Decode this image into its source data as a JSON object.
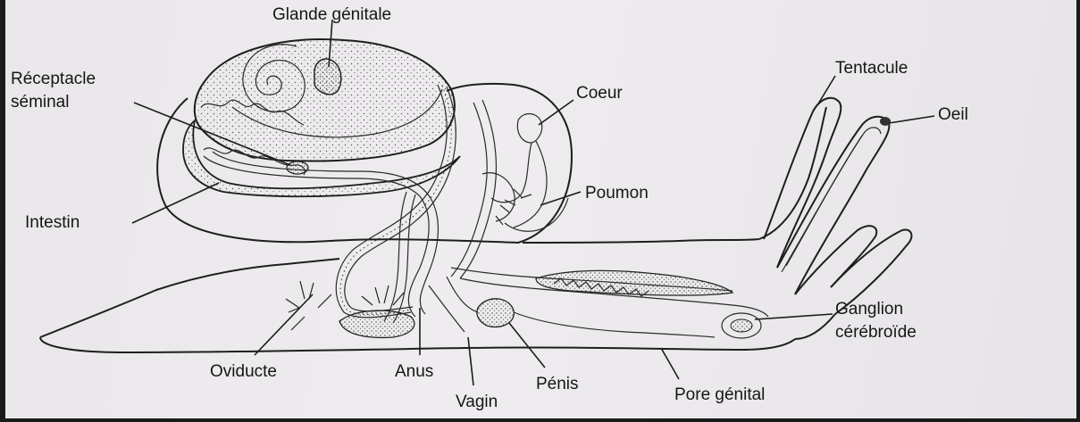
{
  "diagram": {
    "labels": {
      "glande_genitale": "Glande génitale",
      "receptacle_1": "Réceptacle",
      "receptacle_2": "séminal",
      "intestin": "Intestin",
      "coeur": "Coeur",
      "tentacule": "Tentacule",
      "oeil": "Oeil",
      "poumon": "Poumon",
      "ganglion_1": "Ganglion",
      "ganglion_2": "cérébroïde",
      "oviducte": "Oviducte",
      "anus": "Anus",
      "penis": "Pénis",
      "vagin": "Vagin",
      "pore_genital": "Pore génital"
    }
  }
}
